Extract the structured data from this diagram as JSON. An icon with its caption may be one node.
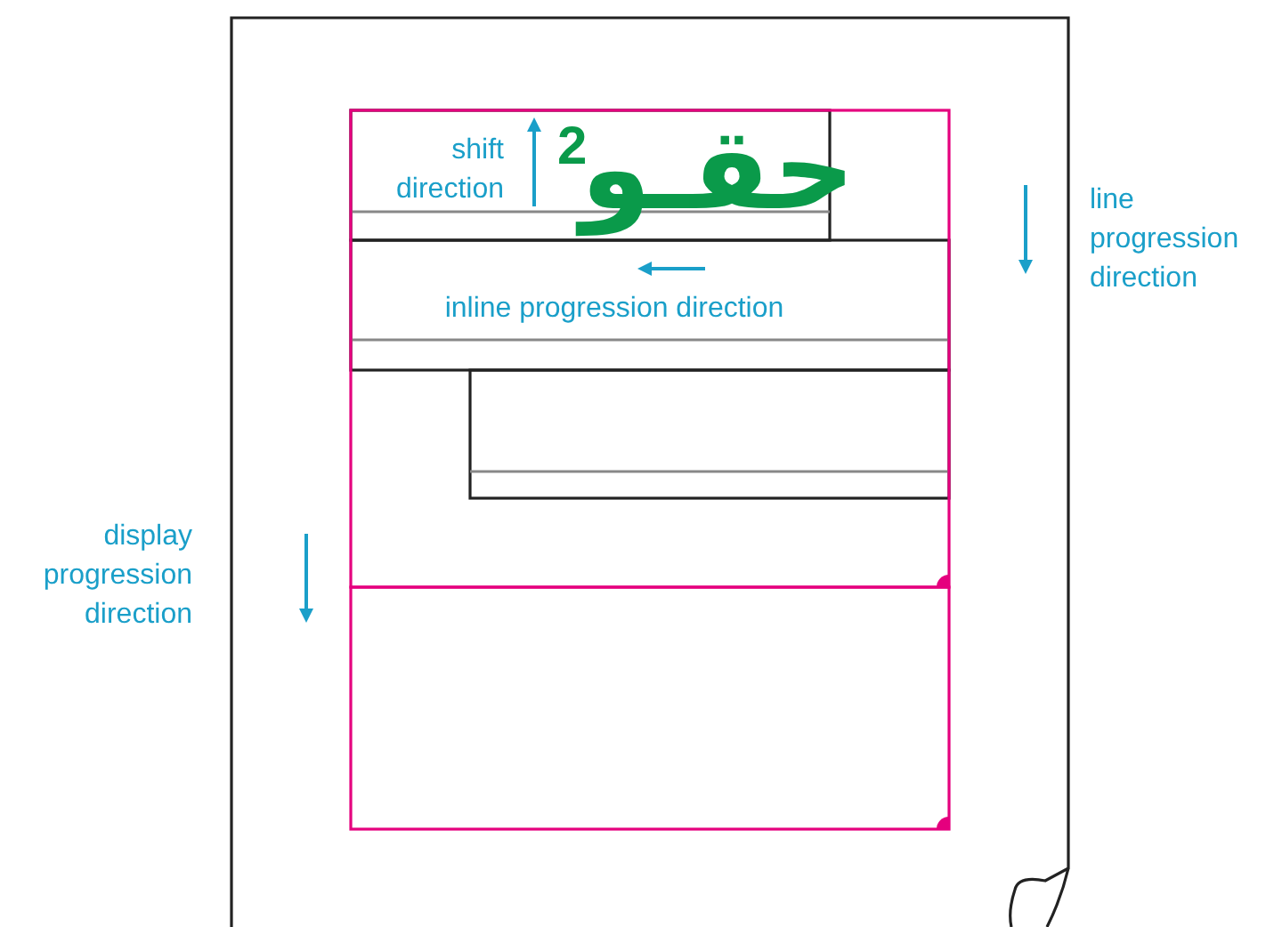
{
  "diagram": {
    "labels": [
      "shift direction",
      "2",
      "حقـو",
      "inline progression direction",
      "line progression direction",
      "display progression direction"
    ]
  }
}
